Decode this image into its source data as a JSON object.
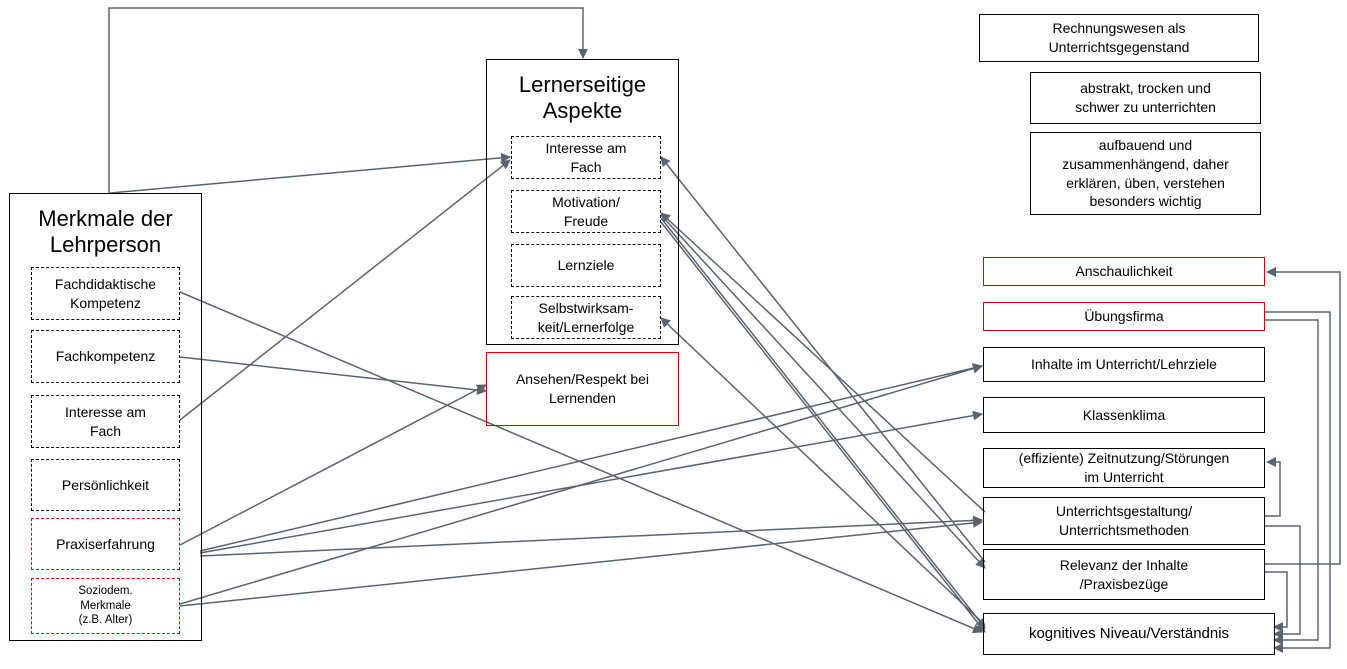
{
  "teacher": {
    "title": "Merkmale der\nLehrperson",
    "items": [
      {
        "id": "fachdidaktik",
        "label": "Fachdidaktische\nKompetenz"
      },
      {
        "id": "fachkompetenz",
        "label": "Fachkompetenz"
      },
      {
        "id": "interesse",
        "label": "Interesse am\nFach"
      },
      {
        "id": "persoenlichkeit",
        "label": "Persönlichkeit"
      },
      {
        "id": "praxis",
        "label": "Praxiserfahrung"
      },
      {
        "id": "soziodem",
        "label": "Soziodem.\nMerkmale\n(z.B. Alter)"
      }
    ]
  },
  "learner": {
    "title": "Lernerseitige\nAspekte",
    "items": [
      {
        "id": "l_interesse",
        "label": "Interesse am\nFach"
      },
      {
        "id": "l_motivation",
        "label": "Motivation/\nFreude"
      },
      {
        "id": "l_lernziele",
        "label": "Lernziele"
      },
      {
        "id": "l_selbst",
        "label": "Selbstwirksam-\nkeit/Lernerfolge"
      }
    ]
  },
  "respect": {
    "label": "Ansehen/Respekt bei\nLernenden"
  },
  "subject": {
    "title": "Rechnungswesen als\nUnterrichtsgegenstand",
    "items": [
      {
        "label": "abstrakt, trocken und\nschwer zu unterrichten"
      },
      {
        "label": "aufbauend und\nzusammenhängend, daher\nerklären, üben, verstehen\nbesonders wichtig"
      }
    ]
  },
  "outcomes": [
    {
      "id": "anschau",
      "label": "Anschaulichkeit",
      "border_color": "#d40000"
    },
    {
      "id": "uebung",
      "label": "Übungsfirma",
      "border_color": "#d40000"
    },
    {
      "id": "inhalte",
      "label": "Inhalte im Unterricht/Lehrziele",
      "border_color": "#000000"
    },
    {
      "id": "klima",
      "label": "Klassenklima",
      "border_color": "#000000"
    },
    {
      "id": "zeit",
      "label": "(effiziente) Zeitnutzung/Störungen\nim Unterricht",
      "border_color": "#000000"
    },
    {
      "id": "gestalt",
      "label": "Unterrichtsgestaltung/\nUnterrichtsmethoden",
      "border_color": "#000000"
    },
    {
      "id": "relevanz",
      "label": "Relevanz der Inhalte\n/Praxisbezüge",
      "border_color": "#000000"
    },
    {
      "id": "kognitiv",
      "label": "kognitives Niveau/Verständnis",
      "border_color": "#000000"
    }
  ],
  "colors": {
    "arrow": "#5a6470",
    "red_border": "#d40000",
    "box_border": "#000000"
  }
}
